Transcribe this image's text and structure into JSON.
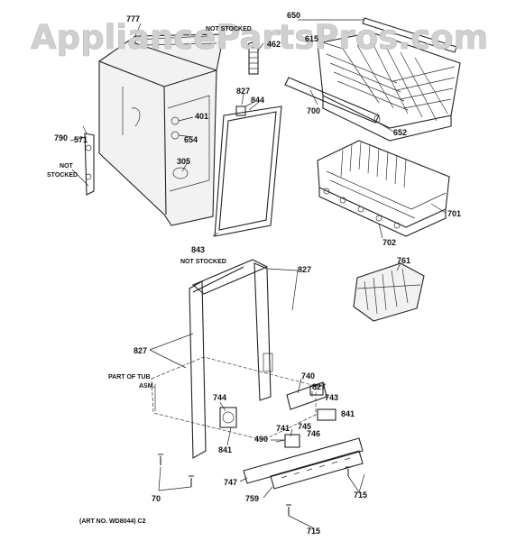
{
  "watermark": "AppliancePartsPros.com",
  "art_number": "(ART NO. WD8044) C2",
  "notes": {
    "not_stocked_top": "NOT STOCKED",
    "not_stocked_left_1": "NOT",
    "not_stocked_left_2": "STOCKED",
    "not_stocked_mid": "NOT STOCKED",
    "part_of_tub_1": "PART OF TUB",
    "part_of_tub_2": "ASM."
  },
  "callouts": {
    "p777": "777",
    "p462": "462",
    "p650": "650",
    "p615": "615",
    "p827a": "827",
    "p844": "844",
    "p401": "401",
    "p654": "654",
    "p790": "790",
    "p571": "571",
    "p305": "305",
    "p700": "700",
    "p652": "652",
    "p701": "701",
    "p702": "702",
    "p843": "843",
    "p827b": "827",
    "p761": "761",
    "p827c": "827",
    "p740": "740",
    "p827d": "827",
    "p743": "743",
    "p744": "744",
    "p841a": "841",
    "p741": "741",
    "p745": "745",
    "p746": "746",
    "p490": "490",
    "p841b": "841",
    "p747": "747",
    "p759": "759",
    "p70": "70",
    "p715a": "715",
    "p715b": "715"
  }
}
